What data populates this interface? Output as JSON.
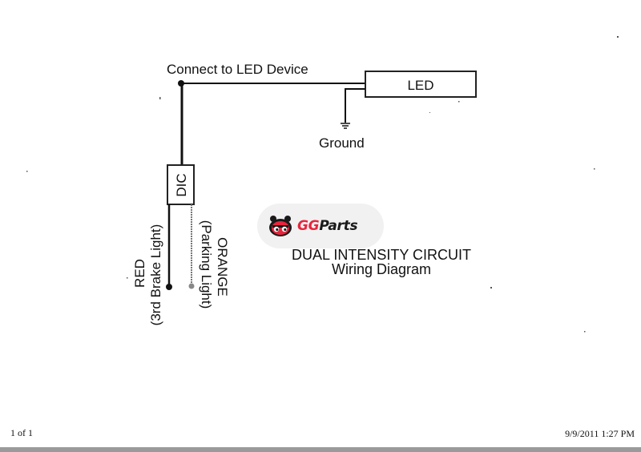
{
  "diagram": {
    "connect_label": "Connect to LED Device",
    "led_label": "LED",
    "ground_label": "Ground",
    "dic_label": "DIC",
    "red_wire": {
      "color_name": "RED",
      "description": "(3rd Brake Light)"
    },
    "orange_wire": {
      "color_name": "ORANGE",
      "description": "(Parking Light)"
    }
  },
  "logo": {
    "brand_part1": "GG",
    "brand_part2": "Parts",
    "accent": "#e8253d"
  },
  "title": {
    "line1": "DUAL INTENSITY CIRCUIT",
    "line2": "Wiring Diagram"
  },
  "footer": {
    "page": "1 of 1",
    "timestamp": "9/9/2011 1:27 PM"
  }
}
